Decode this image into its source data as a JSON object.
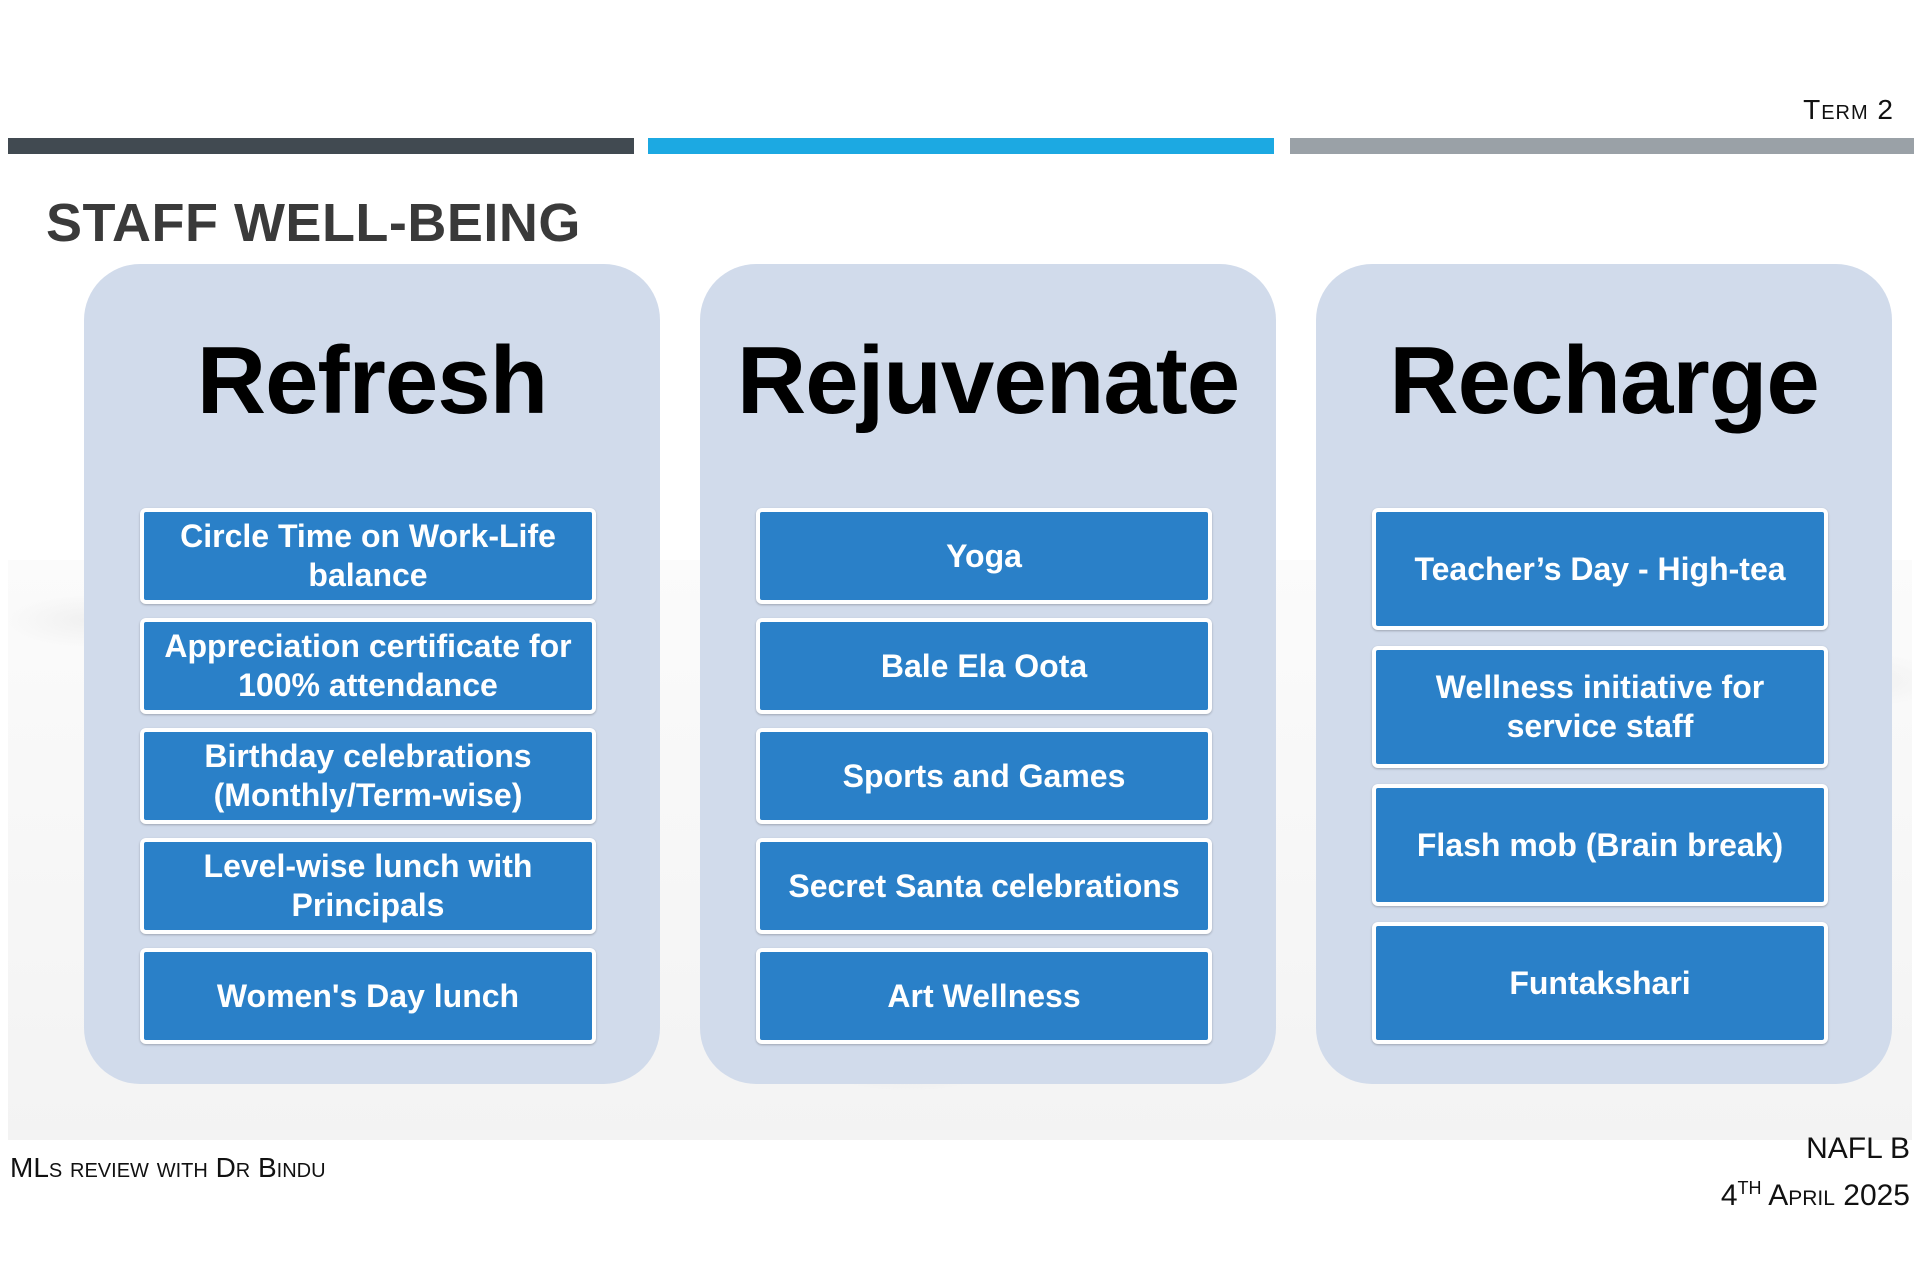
{
  "header": {
    "term_label": "Term 2",
    "bar_colors": [
      "#414a51",
      "#1ca9e2",
      "#9aa1a7"
    ]
  },
  "title": "STAFF WELL-BEING",
  "columns": [
    {
      "heading": "Refresh",
      "items": [
        "Circle Time on Work-Life balance",
        "Appreciation certificate for 100% attendance",
        "Birthday celebrations (Monthly/Term-wise)",
        "Level-wise lunch with Principals",
        "Women's Day lunch"
      ]
    },
    {
      "heading": "Rejuvenate",
      "items": [
        "Yoga",
        "Bale Ela Oota",
        "Sports and Games",
        "Secret Santa celebrations",
        "Art Wellness"
      ]
    },
    {
      "heading": "Recharge",
      "items": [
        "Teacher’s Day - High-tea",
        "Wellness initiative for service staff",
        "Flash mob (Brain break)",
        "Funtakshari"
      ]
    }
  ],
  "footer": {
    "left": "MLs review with Dr Bindu",
    "right_line1": "NAFL B",
    "date_day": "4",
    "date_suffix": "TH",
    "date_rest": " April 2025"
  },
  "colors": {
    "panel": "#d1dbeb",
    "item_box": "#2a80c8",
    "item_border": "#ffffff"
  }
}
